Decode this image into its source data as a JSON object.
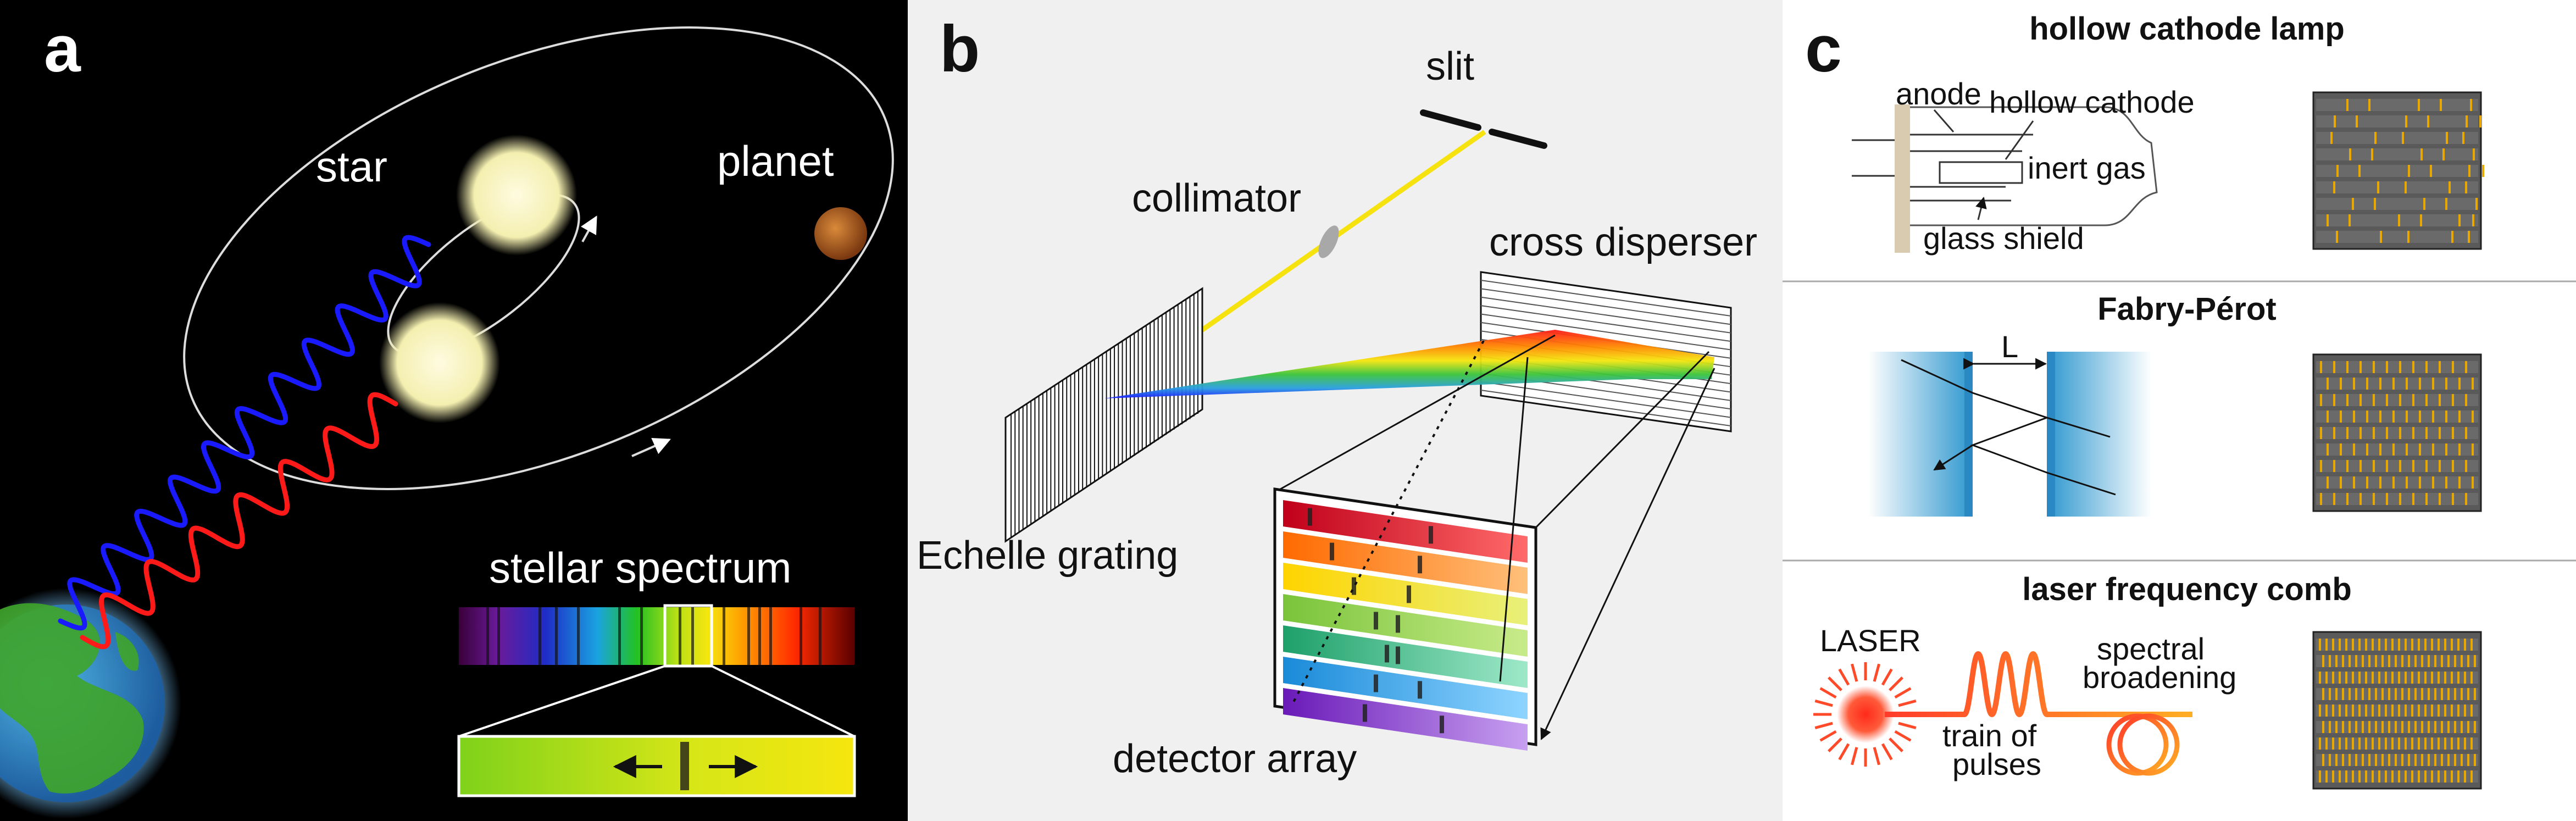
{
  "panels": {
    "a": {
      "letter": "a",
      "star_label": "star",
      "planet_label": "planet",
      "spectrum_label": "stellar spectrum"
    },
    "b": {
      "letter": "b",
      "slit_label": "slit",
      "collimator_label": "collimator",
      "cross_disperser_label": "cross disperser",
      "grating_label": "Echelle grating",
      "detector_label": "detector array"
    },
    "c": {
      "letter": "c",
      "hcl": {
        "title": "hollow cathode lamp",
        "anode": "anode",
        "hollow_cathode": "hollow cathode",
        "inert_gas": "inert gas",
        "glass_shield": "glass shield"
      },
      "fp": {
        "title": "Fabry-Pérot",
        "spacing": "L"
      },
      "lfc": {
        "title": "laser frequency comb",
        "laser": "LASER",
        "train_1": "train of",
        "train_2": "pulses",
        "spectral_1": "spectral",
        "spectral_2": "broadening"
      }
    }
  },
  "colors": {
    "wave_blue": "#1a1aff",
    "wave_red": "#ff1a1a",
    "star_glow": "#fffbd0",
    "planet": "#b3561c",
    "calib_line": "#e8a800",
    "detector_panel": "#5a5a5a"
  }
}
